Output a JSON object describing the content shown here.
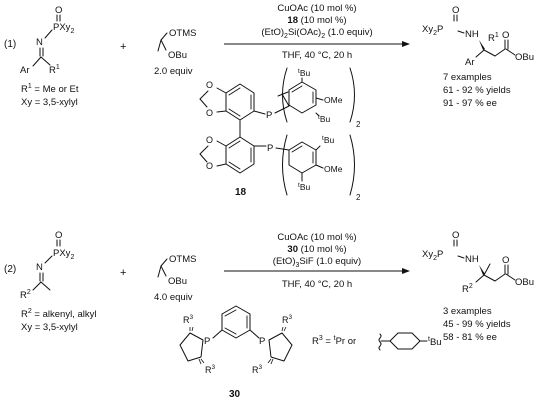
{
  "reaction_1": {
    "number": "(1)",
    "substrate": {
      "atom_O": "O",
      "group_PXy2": "PXy",
      "sub_2": "2",
      "atom_N": "N",
      "group_Ar": "Ar",
      "group_R": "R",
      "sup_1": "1",
      "r_label": "R",
      "r_label_sup": "1",
      "r_label_text": " = Me or Et",
      "xy_label": "Xy = 3,5-xylyl"
    },
    "plus": "+",
    "reagent": {
      "otms": "OTMS",
      "obu": "OBu",
      "equiv": "2.0 equiv"
    },
    "conditions_above": {
      "line1": "CuOAc (10 mol %)",
      "line2_ligand": "18",
      "line2_rest": " (10 mol %)",
      "line3_a": "(EtO)",
      "line3_sub1": "2",
      "line3_b": "Si(OAc)",
      "line3_sub2": "2",
      "line3_c": " (1.0 equiv)"
    },
    "conditions_below": "THF, 40 °C, 20 h",
    "product": {
      "atom_O": "O",
      "group_Xy2P": "Xy",
      "sub_2": "2",
      "atom_P": "P",
      "group_NH": "NH",
      "group_R": "R",
      "sup_1": "1",
      "group_Ar": "Ar",
      "ester_O": "O",
      "ester_OBu": "OBu"
    },
    "results": {
      "examples": "7 examples",
      "yields": "61 - 92 % yields",
      "ee": "91 - 97 % ee"
    },
    "ligand": {
      "label": "18",
      "atom_P": "P",
      "atom_O": "O",
      "tbu_t": "t",
      "tbu_bu": "Bu",
      "ome": "OMe",
      "subscript": "2"
    }
  },
  "reaction_2": {
    "number": "(2)",
    "substrate": {
      "atom_O": "O",
      "group_PXy2": "PXy",
      "sub_2": "2",
      "atom_N": "N",
      "group_R": "R",
      "sup_2": "2",
      "r_label": "R",
      "r_label_sup": "2",
      "r_label_text": " = alkenyl, alkyl",
      "xy_label": "Xy = 3,5-xylyl"
    },
    "plus": "+",
    "reagent": {
      "otms": "OTMS",
      "obu": "OBu",
      "equiv": "4.0 equiv"
    },
    "conditions_above": {
      "line1": "CuOAc (10 mol %)",
      "line2_ligand": "30",
      "line2_rest": " (10 mol %)",
      "line3_a": "(EtO)",
      "line3_sub1": "3",
      "line3_b": "SiF (1.0 equiv)"
    },
    "conditions_below": "THF, 40 °C, 20 h",
    "product": {
      "atom_O": "O",
      "group_Xy2P": "Xy",
      "sub_2": "2",
      "atom_P": "P",
      "group_NH": "NH",
      "group_R": "R",
      "sup_2": "2",
      "ester_O": "O",
      "ester_OBu": "OBu"
    },
    "results": {
      "examples": "3 examples",
      "yields": "45 - 99 % yields",
      "ee": "58 - 81 % ee"
    },
    "ligand": {
      "label": "30",
      "atom_P": "P",
      "r3": "R",
      "r3_sup": "3",
      "r3_def_a": "R",
      "r3_def_sup": "3",
      "r3_def_b": " = ",
      "r3_def_t": "t",
      "r3_def_c": "Pr or ",
      "r3_def_tbu_t": "t",
      "r3_def_tbu": "Bu"
    }
  }
}
